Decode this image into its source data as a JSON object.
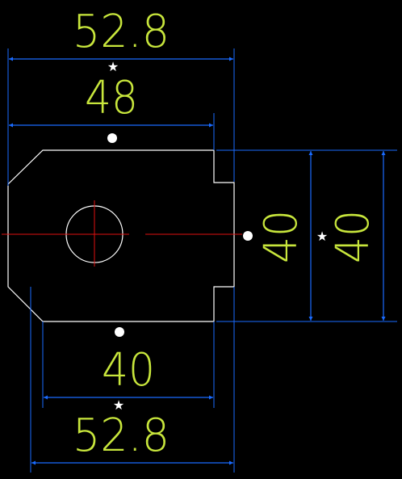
{
  "colors": {
    "background": "#000000",
    "outline": "#ffffff",
    "dimension_line": "#1a6bff",
    "dimension_text": "#c8e63c",
    "centerline": "#e01010",
    "marker": "#ffffff"
  },
  "dimensions": {
    "top_outer": "52.8",
    "top_inner": "48",
    "bottom_inner": "40",
    "bottom_outer": "52.8",
    "right_inner": "40",
    "right_outer": "40"
  },
  "markers": {
    "star_icon": "★"
  }
}
